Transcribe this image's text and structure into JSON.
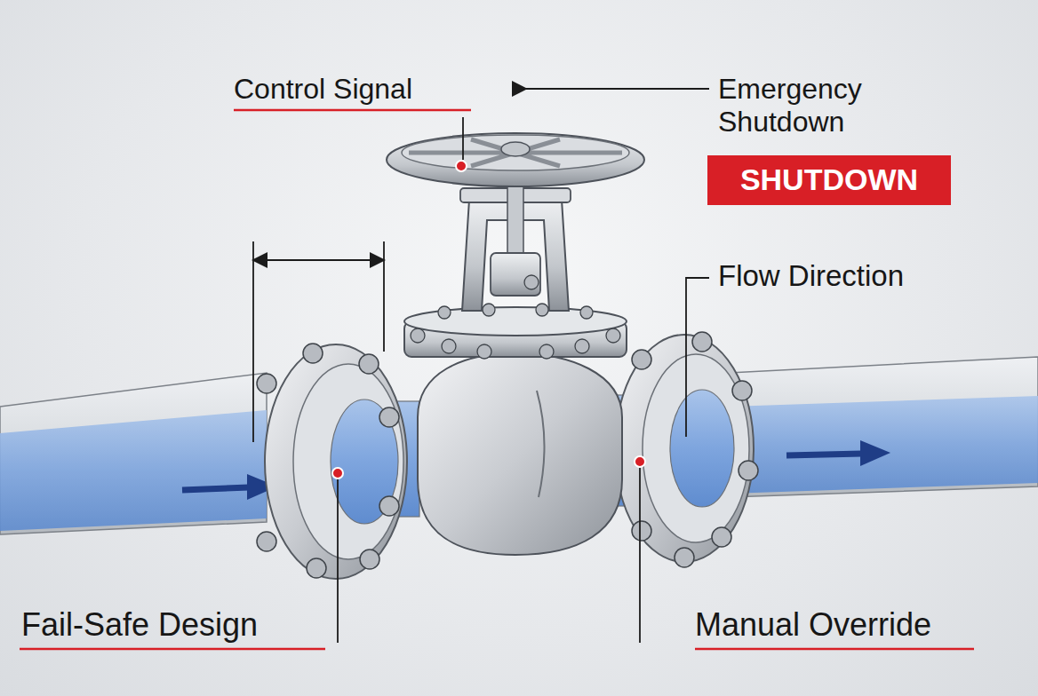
{
  "diagram": {
    "nodes": [
      {
        "text": [
          "SHUTDOWN"
        ]
      }
    ],
    "labels": [
      "Control Signal",
      "Emergency Shutdown",
      "Flow Direction",
      "Fail-Safe Design",
      "Manual Override"
    ]
  }
}
